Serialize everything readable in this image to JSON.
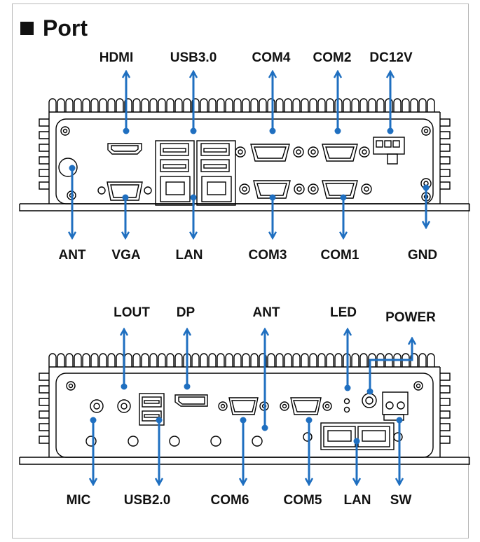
{
  "title": "Port",
  "colors": {
    "arrow": "#1f6fc0",
    "line": "#000000"
  },
  "panel_top": {
    "labels_above": [
      "HDMI",
      "USB3.0",
      "COM4",
      "COM2",
      "DC12V"
    ],
    "labels_below": [
      "ANT",
      "VGA",
      "LAN",
      "COM3",
      "COM1",
      "GND"
    ]
  },
  "panel_bottom": {
    "labels_above": [
      "LOUT",
      "DP",
      "ANT",
      "LED",
      "POWER"
    ],
    "labels_below": [
      "MIC",
      "USB2.0",
      "COM6",
      "COM5",
      "LAN",
      "SW"
    ]
  }
}
